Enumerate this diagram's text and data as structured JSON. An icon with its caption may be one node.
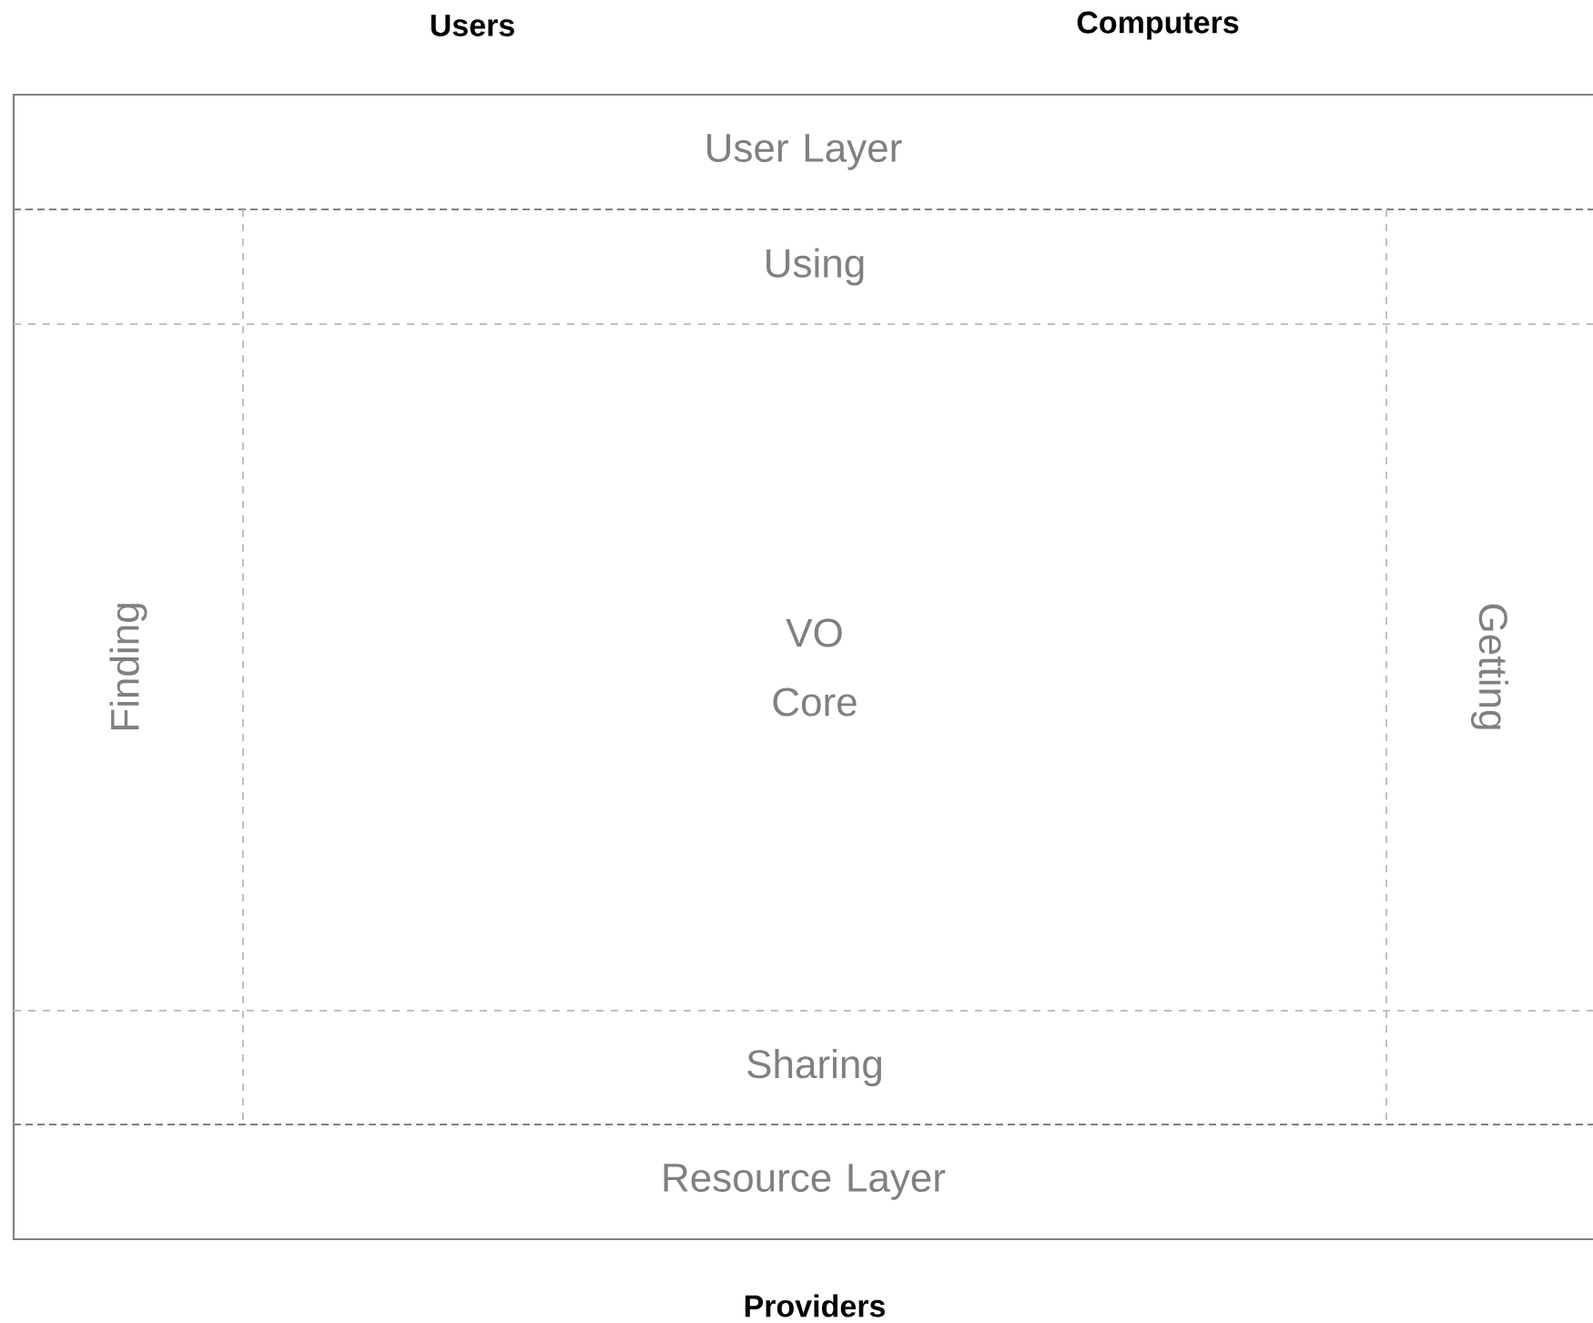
{
  "diagram": {
    "nodes": [
      {
        "text": [
          "User Layer"
        ]
      },
      {
        "text": [
          "Using"
        ]
      },
      {
        "text": [
          "Finding"
        ]
      },
      {
        "text": [
          "VO Core"
        ]
      },
      {
        "text": [
          "Getting"
        ]
      },
      {
        "text": [
          "Sharing"
        ]
      },
      {
        "text": [
          "Resource Layer"
        ]
      }
    ],
    "labels": [
      "Users",
      "Computers",
      "Providers"
    ]
  }
}
